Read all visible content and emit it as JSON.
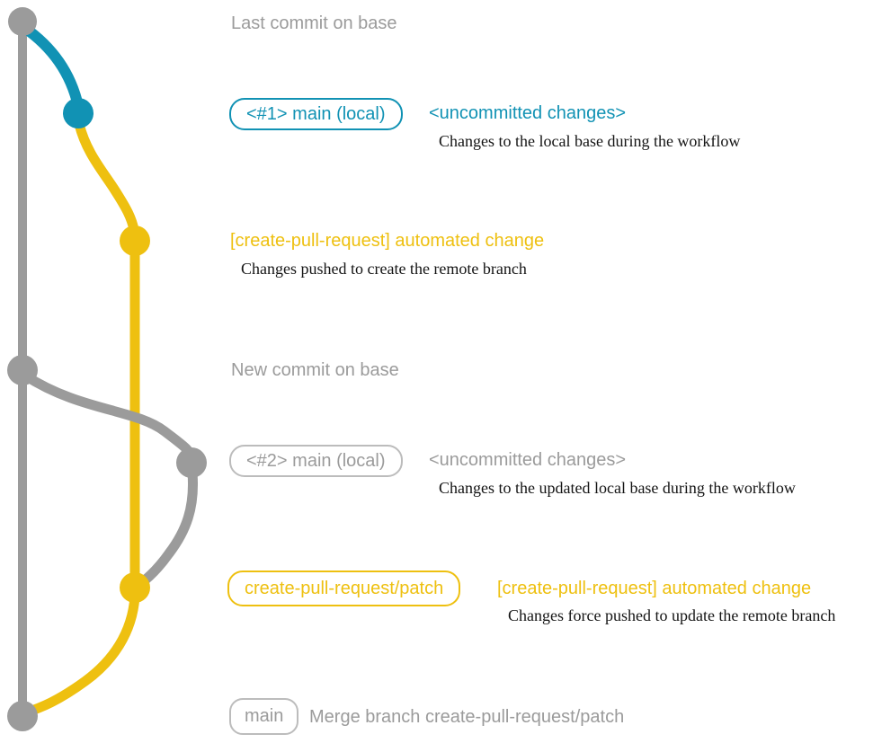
{
  "colors": {
    "gray": "#9b9b9b",
    "gray_border": "#bcbcbc",
    "blue": "#1192b4",
    "yellow": "#eec010",
    "description_text": "#141414",
    "background": "#ffffff"
  },
  "graph": {
    "base_branch_color": "#9b9b9b",
    "local_changes_color": "#1192b4",
    "remote_branch_color": "#eec010",
    "commit_dots": [
      {
        "id": "last-commit-on-base",
        "color": "#9b9b9b"
      },
      {
        "id": "uncommitted-changes-1",
        "color": "#1192b4"
      },
      {
        "id": "automated-change-1",
        "color": "#eec010"
      },
      {
        "id": "new-commit-on-base",
        "color": "#9b9b9b"
      },
      {
        "id": "uncommitted-changes-2",
        "color": "#9b9b9b"
      },
      {
        "id": "automated-change-2",
        "color": "#eec010"
      },
      {
        "id": "merge-commit",
        "color": "#9b9b9b"
      }
    ]
  },
  "annotations": {
    "last_commit": "Last commit on base",
    "new_commit": "New commit on base",
    "row1": {
      "badge": "<#1> main (local)",
      "title": "<uncommitted changes>",
      "desc": "Changes to the local base during the workflow"
    },
    "row2": {
      "title": "[create-pull-request] automated change",
      "desc": "Changes pushed to create the remote branch"
    },
    "row3": {
      "badge": "<#2> main (local)",
      "title": "<uncommitted changes>",
      "desc": "Changes to the updated local base during the workflow"
    },
    "row4": {
      "badge": "create-pull-request/patch",
      "title": "[create-pull-request] automated change",
      "desc": "Changes force pushed to update the remote branch"
    },
    "row5": {
      "badge": "main",
      "title": "Merge branch create-pull-request/patch"
    }
  }
}
